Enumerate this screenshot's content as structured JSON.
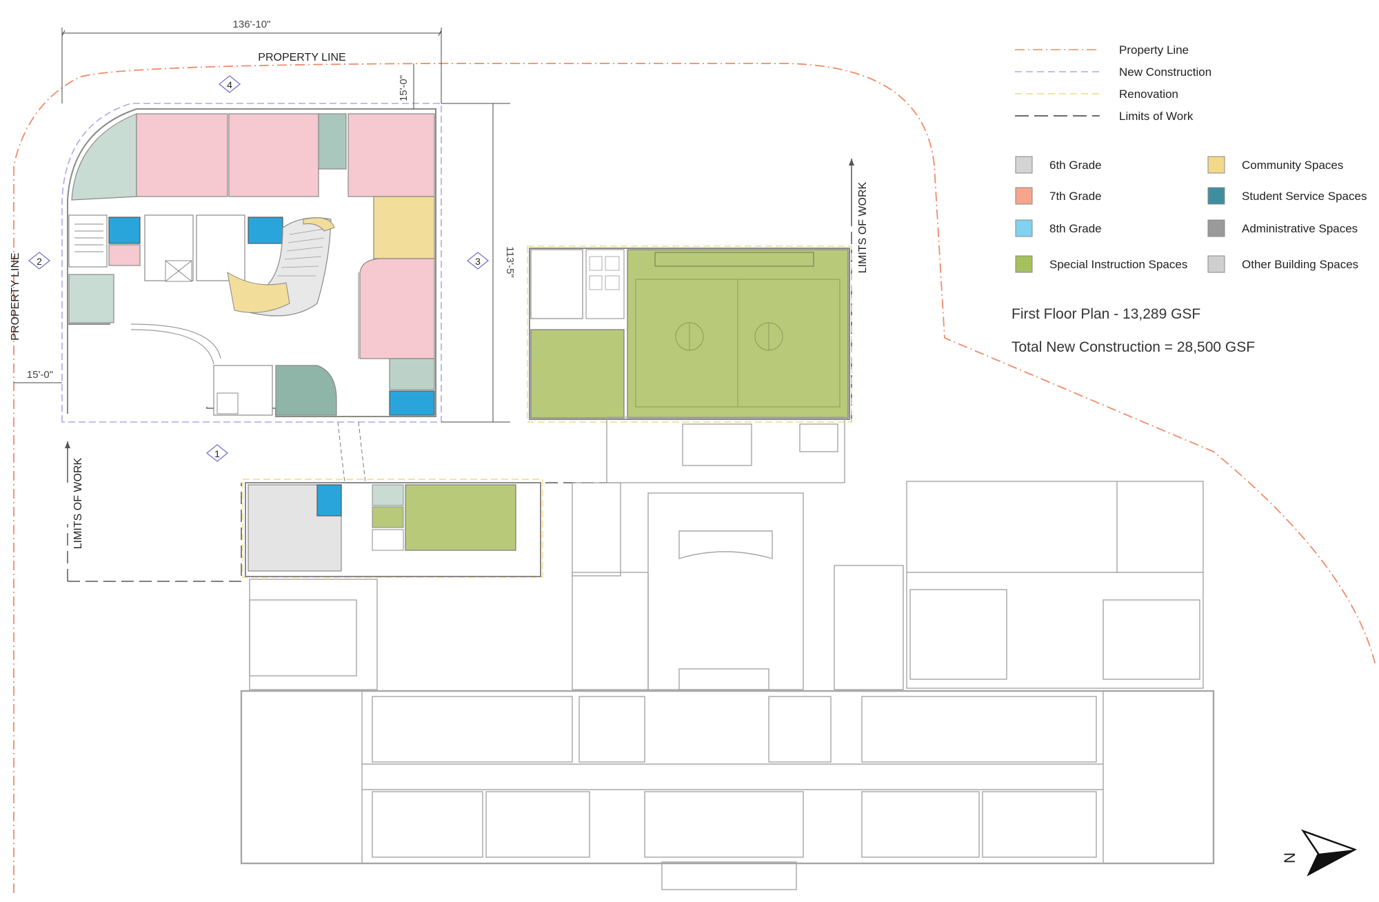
{
  "colors": {
    "grade6": "#d4d4d4",
    "grade7": "#f7a48c",
    "grade8": "#7fd2f0",
    "special": "#a5c15d",
    "community": "#f2d98a",
    "student_service": "#3f8ea0",
    "administrative": "#9a9a9a",
    "other": "#cfcfcf",
    "property_line": "#f08a6a",
    "new_construction": "#a8a8e8",
    "renovation": "#f2d98a",
    "limits": "#555555",
    "room_pink": "#f6c8cf",
    "room_sage": "#bcd2c8",
    "room_blue": "#2aa5dc",
    "room_yellow": "#f2dd9a",
    "room_green": "#b8c97a",
    "room_grey": "#e4e4e4"
  },
  "legend": {
    "lines": [
      {
        "label": "Property Line",
        "style": "dashdot",
        "color_key": "property_line"
      },
      {
        "label": "New Construction",
        "style": "dash",
        "color_key": "new_construction"
      },
      {
        "label": "Renovation",
        "style": "dash",
        "color_key": "renovation"
      },
      {
        "label": "Limits of Work",
        "style": "longdash",
        "color_key": "limits"
      }
    ],
    "swatches_left": [
      {
        "label": "6th Grade",
        "color_key": "grade6"
      },
      {
        "label": "7th Grade",
        "color_key": "grade7"
      },
      {
        "label": "8th Grade",
        "color_key": "grade8"
      },
      {
        "label": "Special Instruction Spaces",
        "color_key": "special"
      }
    ],
    "swatches_right": [
      {
        "label": "Community Spaces",
        "color_key": "community"
      },
      {
        "label": "Student Service Spaces",
        "color_key": "student_service"
      },
      {
        "label": "Administrative Spaces",
        "color_key": "administrative"
      },
      {
        "label": "Other Building Spaces",
        "color_key": "other"
      }
    ]
  },
  "summary": {
    "floor_plan": "First Floor Plan - 13,289 GSF",
    "total": "Total New Construction = 28,500 GSF"
  },
  "plan_labels": {
    "property_line_top": "PROPERTY LINE",
    "property_line_left": "PROPERTY LINE",
    "limits_right": "LIMITS OF WORK",
    "limits_left": "LIMITS OF WORK",
    "dim_width": "136'-10\"",
    "dim_setback_top": "15'-0\"",
    "dim_setback_left": "15'-0\"",
    "dim_height": "113'-5\"",
    "elev_1": "1",
    "elev_2": "2",
    "elev_3": "3",
    "elev_4": "4",
    "north": "N"
  }
}
